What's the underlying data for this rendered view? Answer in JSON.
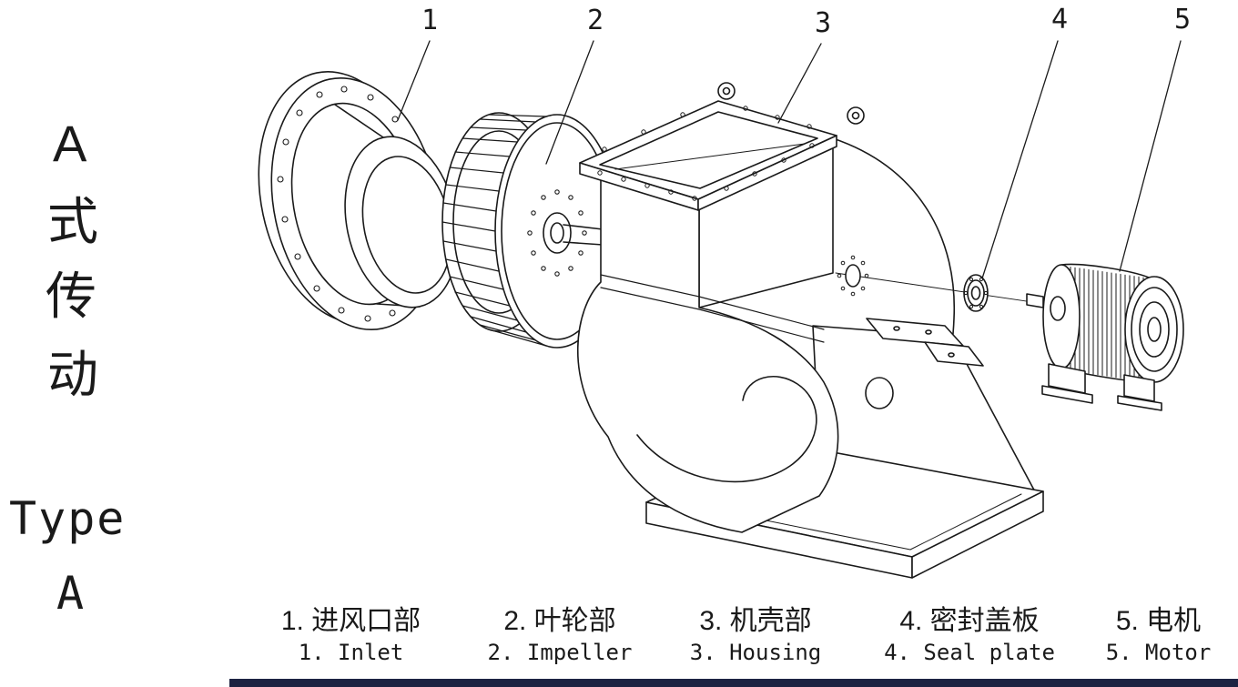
{
  "page": {
    "background": "#ffffff",
    "line_color": "#1a1a1a",
    "footer_bar_color": "#1d2342"
  },
  "side_label": {
    "chars": [
      "A",
      "式",
      "传",
      "动"
    ],
    "latin": [
      "Type",
      "A"
    ]
  },
  "callouts": [
    "1",
    "2",
    "3",
    "4",
    "5"
  ],
  "legend": [
    {
      "zh": "1. 进风口部",
      "en": "1. Inlet"
    },
    {
      "zh": "2. 叶轮部",
      "en": "2. Impeller"
    },
    {
      "zh": "3. 机壳部",
      "en": "3. Housing"
    },
    {
      "zh": "4. 密封盖板",
      "en": "4. Seal plate"
    },
    {
      "zh": "5. 电机",
      "en": "5. Motor"
    }
  ]
}
